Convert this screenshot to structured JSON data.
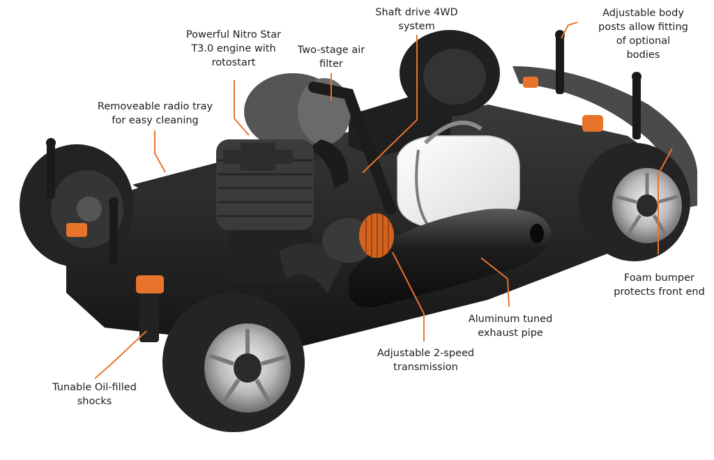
{
  "diagram": {
    "accent_color": "#e8742c",
    "callouts": [
      {
        "id": "engine",
        "lines": [
          "Powerful Nitro Star",
          "T3.0 engine with",
          "rotostart"
        ]
      },
      {
        "id": "air-filter",
        "lines": [
          "Two-stage air",
          "filter"
        ]
      },
      {
        "id": "shaft-drive",
        "lines": [
          "Shaft drive 4WD",
          "system"
        ]
      },
      {
        "id": "body-posts",
        "lines": [
          "Adjustable body",
          "posts allow fitting",
          "of optional",
          "bodies"
        ]
      },
      {
        "id": "radio-tray",
        "lines": [
          "Removeable radio tray",
          "for easy cleaning"
        ]
      },
      {
        "id": "foam-bumper",
        "lines": [
          "Foam bumper",
          "protects front end"
        ]
      },
      {
        "id": "exhaust",
        "lines": [
          "Aluminum tuned",
          "exhaust pipe"
        ]
      },
      {
        "id": "transmission",
        "lines": [
          "Adjustable 2-speed",
          "transmission"
        ]
      },
      {
        "id": "shocks",
        "lines": [
          "Tunable Oil-filled",
          "shocks"
        ]
      }
    ]
  }
}
